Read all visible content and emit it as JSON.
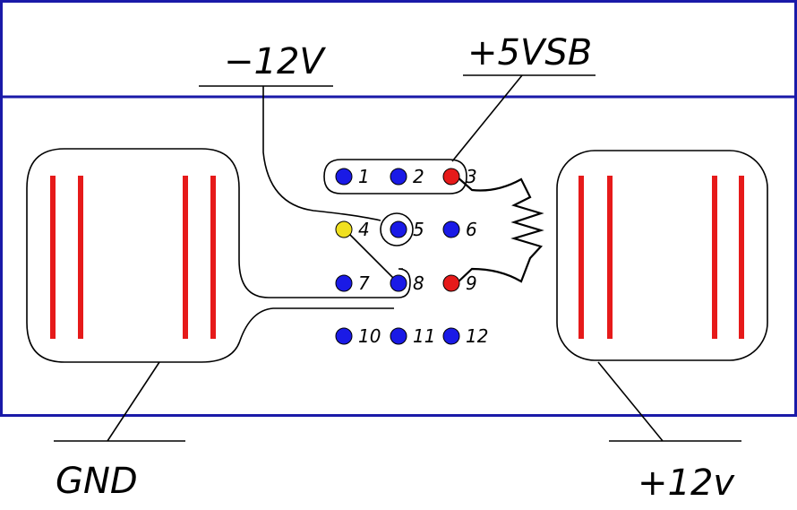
{
  "labels": {
    "minus12v": "−12V",
    "plus5vsb": "+5VSB",
    "gnd": "GND",
    "plus12v": "+12v"
  },
  "pins": [
    {
      "number": "1",
      "color": "#1a1ae6"
    },
    {
      "number": "2",
      "color": "#1a1ae6"
    },
    {
      "number": "3",
      "color": "#e61a1a"
    },
    {
      "number": "4",
      "color": "#f0e020"
    },
    {
      "number": "5",
      "color": "#1a1ae6"
    },
    {
      "number": "6",
      "color": "#1a1ae6"
    },
    {
      "number": "7",
      "color": "#1a1ae6"
    },
    {
      "number": "8",
      "color": "#1a1ae6"
    },
    {
      "number": "9",
      "color": "#e61a1a"
    },
    {
      "number": "10",
      "color": "#1a1ae6"
    },
    {
      "number": "11",
      "color": "#1a1ae6"
    },
    {
      "number": "12",
      "color": "#1a1ae6"
    }
  ],
  "colors": {
    "frame": "#1a1aa8",
    "pad_stripes": "#e61a1a",
    "outline": "#000000"
  }
}
